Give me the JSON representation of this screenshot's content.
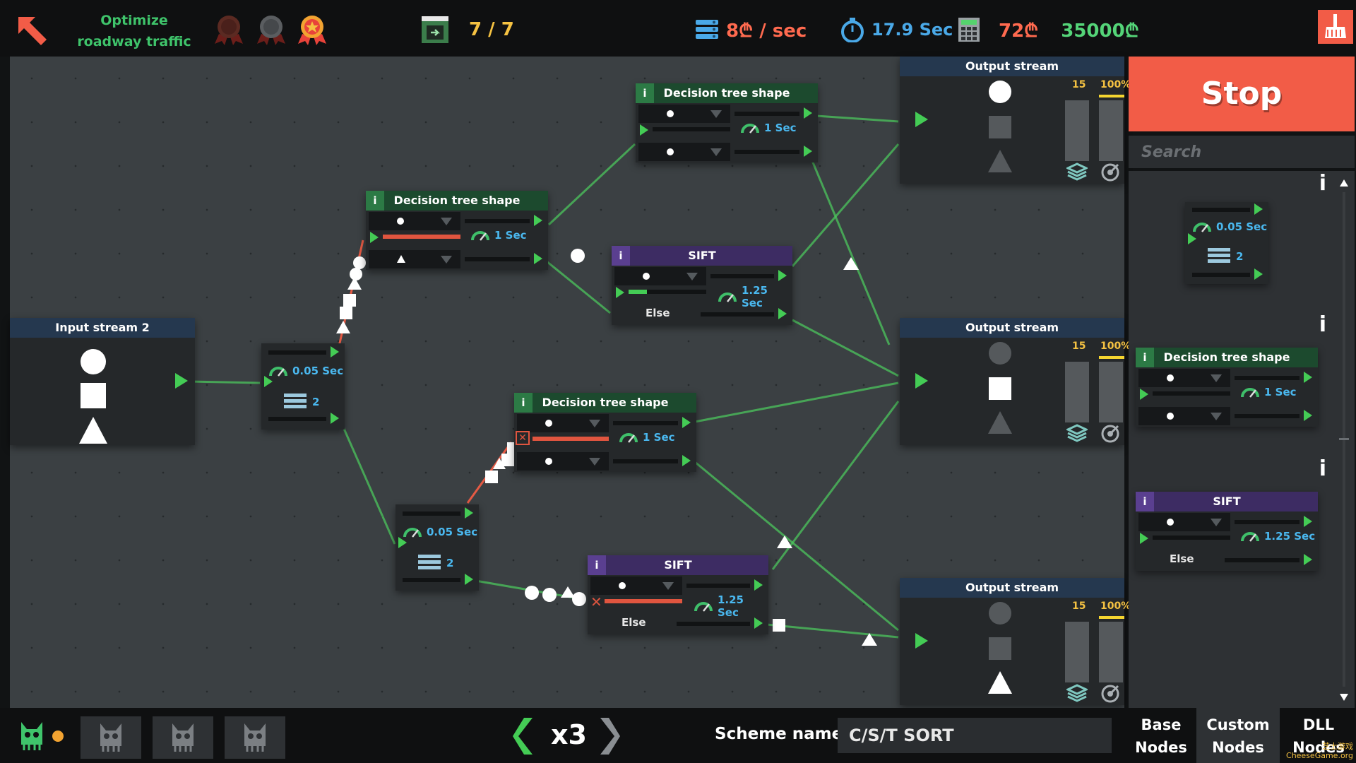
{
  "topbar": {
    "level_name": "Optimize roadway traffic",
    "inputs_count": "7 / 7",
    "cost_rate": "8₾ / sec",
    "time": "17.9 Sec",
    "cost": "72₾",
    "money": "35000₾"
  },
  "nodes": {
    "input1": {
      "title": "Input stream 2"
    },
    "splitter1": {
      "time": "0.05 Sec",
      "count": "2"
    },
    "splitter2": {
      "time": "0.05 Sec",
      "count": "2"
    },
    "dt1": {
      "title": "Decision tree shape",
      "time": "1 Sec"
    },
    "dt2": {
      "title": "Decision tree shape",
      "time": "1 Sec"
    },
    "dt3": {
      "title": "Decision tree shape",
      "time": "1 Sec"
    },
    "sift1": {
      "title": "SIFT",
      "time": "1.25 Sec",
      "else_label": "Else"
    },
    "sift2": {
      "title": "SIFT",
      "time": "1.25 Sec",
      "else_label": "Else"
    },
    "out1": {
      "title": "Output stream",
      "quota": "15",
      "percent": "100%"
    },
    "out2": {
      "title": "Output stream",
      "quota": "15",
      "percent": "100%"
    },
    "out3": {
      "title": "Output stream",
      "quota": "15",
      "percent": "100%"
    }
  },
  "sidebar": {
    "stop_label": "Stop",
    "search_placeholder": "Search",
    "palette": {
      "splitter": {
        "time": "0.05 Sec",
        "count": "2"
      },
      "decision": {
        "title": "Decision tree shape",
        "time": "1 Sec"
      },
      "sift": {
        "title": "SIFT",
        "time": "1.25 Sec",
        "else_label": "Else"
      },
      "info_glyph": "i"
    }
  },
  "bottombar": {
    "speed": "x3",
    "scheme_label": "Scheme name :",
    "scheme_name": "C/S/T SORT",
    "tabs": {
      "base": "Base Nodes",
      "custom": "Custom Nodes",
      "dll": "DLL Nodes"
    },
    "watermark": "芝士游戏 CheeseGame.org"
  },
  "colors": {
    "accent_green": "#44cc55",
    "stop_red": "#f25c47",
    "gold": "#f5c242",
    "timer_blue": "#4ab8ef"
  },
  "icons": [
    "back-arrow-icon",
    "medal-icon",
    "inbox-icon",
    "server-icon",
    "stopwatch-icon",
    "calculator-icon",
    "cleanup-icon",
    "gauge-icon",
    "stack-icon",
    "target-icon",
    "robot-icon"
  ]
}
